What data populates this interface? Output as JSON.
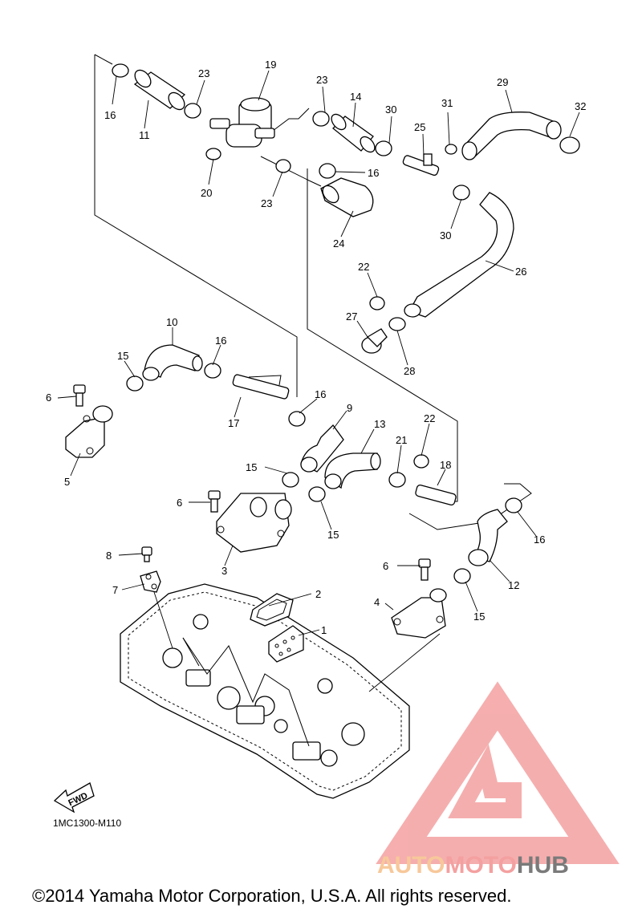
{
  "diagram": {
    "reference_code": "1MC1300-M110",
    "fwd_label": "FWD",
    "copyright": "©2014 Yamaha Motor Corporation, U.S.A. All rights reserved.",
    "watermark": {
      "word_a": "AUTO",
      "word_b": "MOTO",
      "word_c": "HUB",
      "color_a": "#f7c89a",
      "color_b": "#f4a0a0",
      "color_c": "#7a7a7a",
      "triangle_color": "#f4a0a0"
    },
    "callouts": [
      "1",
      "2",
      "3",
      "4",
      "5",
      "6",
      "6",
      "6",
      "7",
      "8",
      "9",
      "10",
      "11",
      "12",
      "13",
      "14",
      "15",
      "15",
      "15",
      "15",
      "16",
      "16",
      "16",
      "16",
      "16",
      "17",
      "18",
      "19",
      "20",
      "21",
      "22",
      "22",
      "23",
      "23",
      "23",
      "24",
      "25",
      "26",
      "27",
      "28",
      "29",
      "30",
      "30",
      "31",
      "32"
    ]
  }
}
